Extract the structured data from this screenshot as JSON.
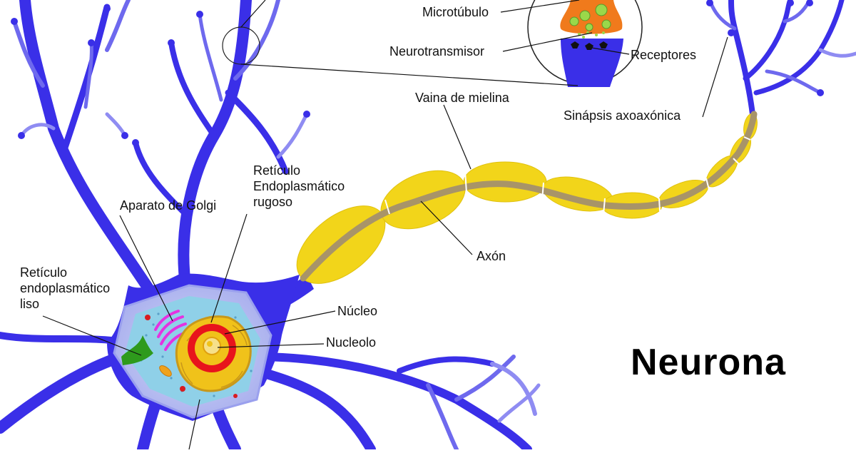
{
  "diagram": {
    "title": "Neurona",
    "labels": {
      "microtubulo": "Microtúbulo",
      "neurotransmisor": "Neurotransmisor",
      "receptores": "Receptores",
      "vaina_mielina": "Vaina de mielina",
      "sinapsis": "Sinápsis axoaxónica",
      "reticulo_rugoso": "Retículo\nEndoplasmático\nrugoso",
      "golgi": "Aparato de Golgi",
      "reticulo_liso": "Retículo\nendoplasmático\nliso",
      "nucleo": "Núcleo",
      "nucleolo": "Nucleolo",
      "axon": "Axón"
    },
    "colors": {
      "neuron": "#3a2fe8",
      "neuron_light": "#8f8cf2",
      "myelin": "#f2d51a",
      "axon_core": "#a89468",
      "nucleus_red": "#e8141c",
      "nucleus_yellow": "#f0c21a",
      "golgi": "#e432e0",
      "er_smooth": "#2e9a1c",
      "cytoplasm": "#8fd0e8"
    }
  }
}
